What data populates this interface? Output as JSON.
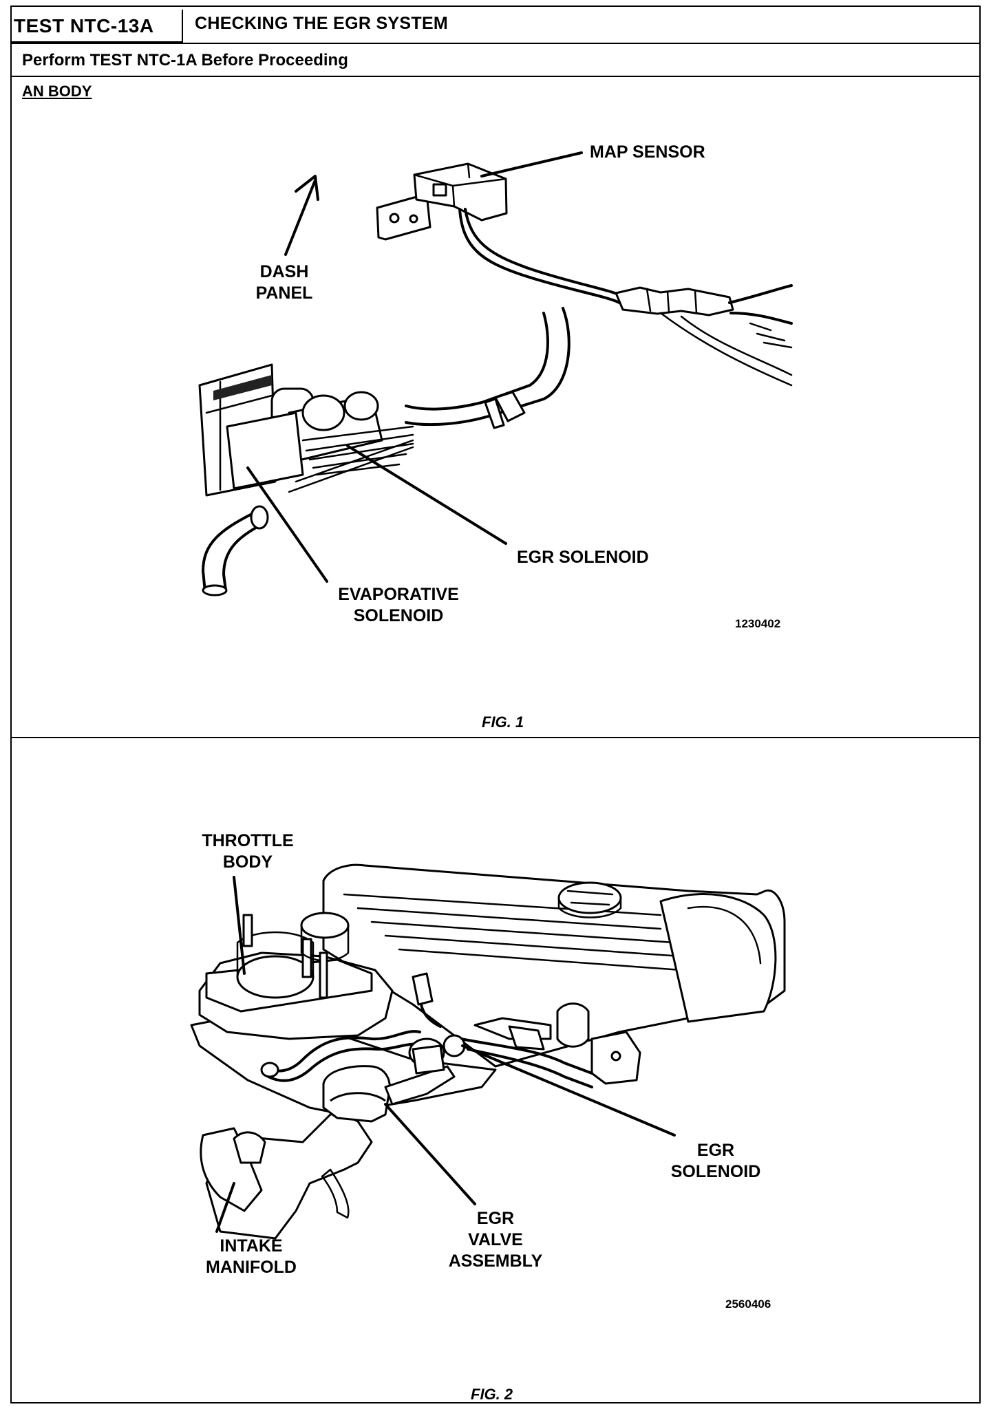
{
  "header": {
    "test_id": "TEST NTC-13A",
    "title": "CHECKING THE EGR SYSTEM",
    "perform": "Perform TEST NTC-1A Before Proceeding",
    "body": "AN BODY"
  },
  "figure1": {
    "labels": {
      "map_sensor": "MAP SENSOR",
      "dash_1": "DASH",
      "dash_2": "PANEL",
      "egr_solenoid": "EGR SOLENOID",
      "evap_1": "EVAPORATIVE",
      "evap_2": "SOLENOID"
    },
    "number": "1230402",
    "caption": "FIG. 1"
  },
  "figure2": {
    "labels": {
      "throttle_1": "THROTTLE",
      "throttle_2": "BODY",
      "egr_sol_1": "EGR",
      "egr_sol_2": "SOLENOID",
      "valve_1": "EGR",
      "valve_2": "VALVE",
      "valve_3": "ASSEMBLY",
      "intake_1": "INTAKE",
      "intake_2": "MANIFOLD"
    },
    "number": "2560406",
    "caption": "FIG. 2"
  }
}
